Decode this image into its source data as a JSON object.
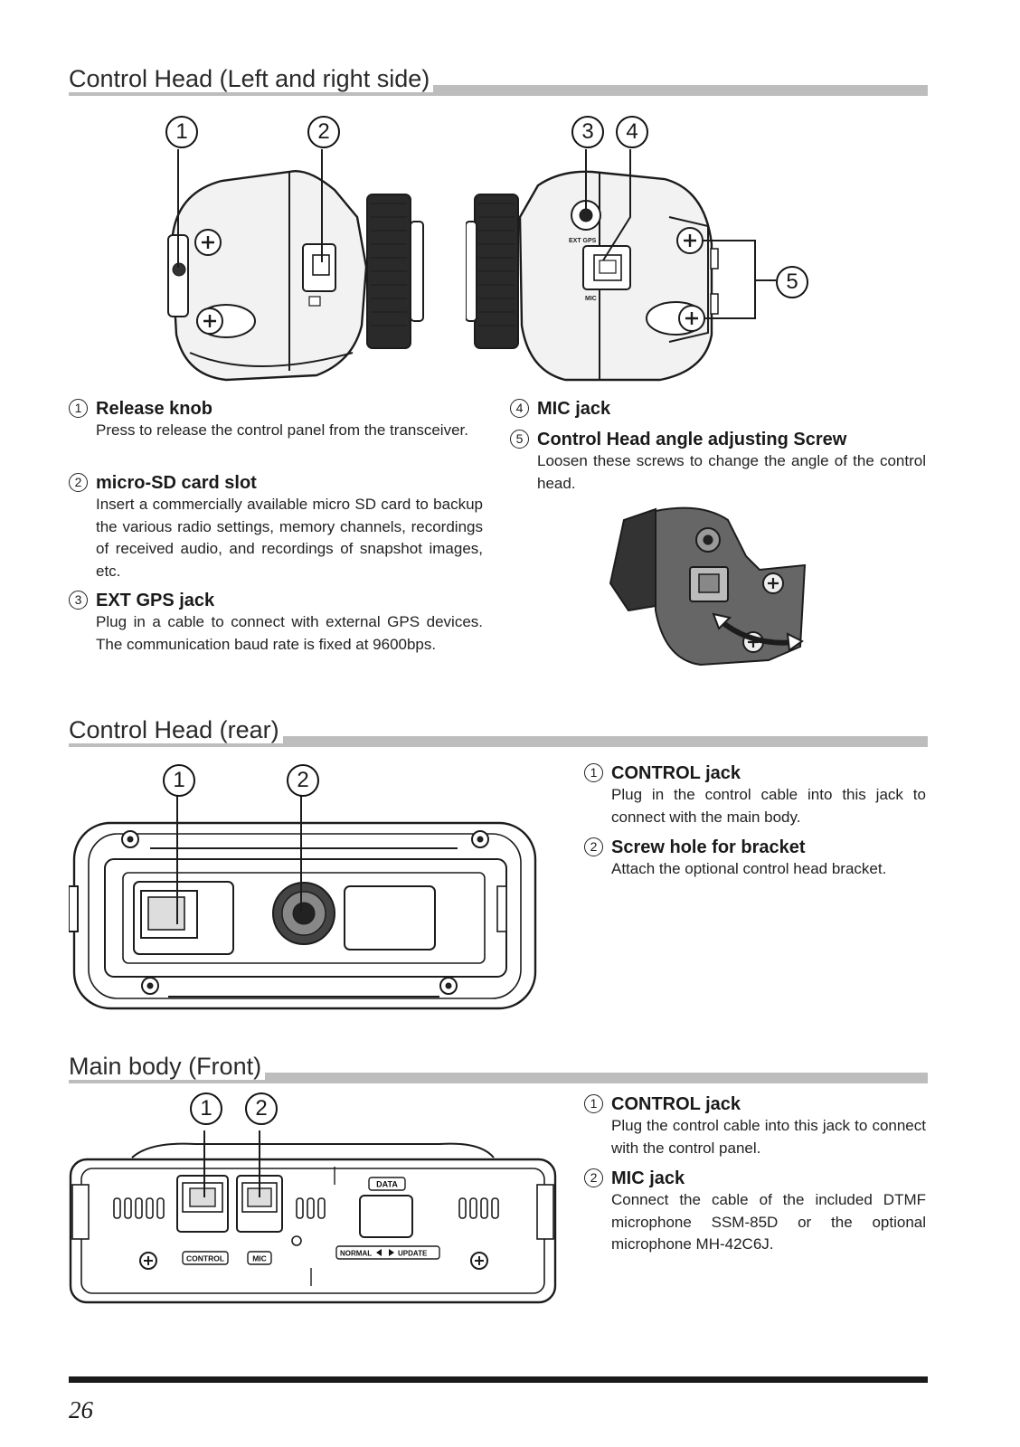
{
  "sections": {
    "left_right": {
      "title": "Control Head (Left and right side)",
      "callouts": [
        "1",
        "2",
        "3",
        "4",
        "5"
      ],
      "panel_labels": {
        "ext_gps": "EXT GPS",
        "mic": "MIC"
      },
      "items": [
        {
          "num": "1",
          "title": "Release knob",
          "desc": "Press to release the control panel from the transceiver."
        },
        {
          "num": "2",
          "title": "micro-SD card slot",
          "desc": "Insert a commercially available micro SD card to backup the various radio settings, memory channels, recordings of received audio, and recordings of snapshot images, etc."
        },
        {
          "num": "3",
          "title": "EXT GPS jack",
          "desc": "Plug in a cable to connect with external GPS devices. The communication baud rate is fixed at 9600bps."
        },
        {
          "num": "4",
          "title": "MIC jack",
          "desc": ""
        },
        {
          "num": "5",
          "title": "Control Head angle adjusting Screw",
          "desc": "Loosen these screws to change the angle of the control head."
        }
      ]
    },
    "rear": {
      "title": "Control Head (rear)",
      "callouts": [
        "1",
        "2"
      ],
      "items": [
        {
          "num": "1",
          "title": "CONTROL jack",
          "desc": "Plug in the control cable into this jack to connect with the main body."
        },
        {
          "num": "2",
          "title": "Screw hole for bracket",
          "desc": "Attach the optional control head bracket."
        }
      ]
    },
    "front": {
      "title": "Main body (Front)",
      "callouts": [
        "1",
        "2"
      ],
      "panel_labels": {
        "control": "CONTROL",
        "mic": "MIC",
        "data": "DATA",
        "normal": "NORMAL",
        "update": "UPDATE"
      },
      "items": [
        {
          "num": "1",
          "title": "CONTROL jack",
          "desc": "Plug the control cable into this jack to connect with the control panel."
        },
        {
          "num": "2",
          "title": "MIC jack",
          "desc": "Connect the cable of the included DTMF microphone SSM-85D or the optional microphone MH-42C6J."
        }
      ]
    }
  },
  "page_number": "26"
}
